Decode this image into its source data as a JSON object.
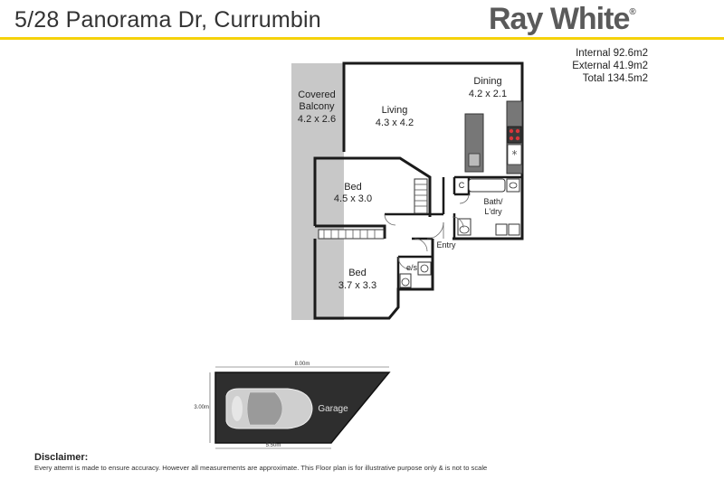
{
  "header": {
    "address": "5/28 Panorama Dr, Currumbin",
    "brand": "Ray White",
    "brand_mark": "®"
  },
  "areas": {
    "internal": "Internal 92.6m2",
    "external": "External 41.9m2",
    "total": "Total 134.5m2"
  },
  "rooms": {
    "balcony": {
      "line1": "Covered",
      "line2": "Balcony",
      "dims": "4.2 x 2.6"
    },
    "living": {
      "name": "Living",
      "dims": "4.3 x 4.2"
    },
    "dining": {
      "name": "Dining",
      "dims": "4.2 x 2.1"
    },
    "bed1": {
      "name": "Bed",
      "dims": "4.5 x 3.0"
    },
    "bed2": {
      "name": "Bed",
      "dims": "3.7 x 3.3"
    },
    "bath": {
      "line1": "Bath/",
      "line2": "L'dry"
    },
    "entry": "Entry",
    "ensuite": "e/s",
    "cupboard": "C",
    "garage": "Garage"
  },
  "garage_dims": {
    "top": "8.00m",
    "side": "3.00m",
    "bottom": "5.50m"
  },
  "disclaimer": {
    "heading": "Disclaimer:",
    "text": "Every attemt is made to ensure accuracy. However all measurements are approximate. This Floor plan is for illustrative purpose only & is not to scale"
  },
  "colors": {
    "accent_yellow": "#f5d20a",
    "wall": "#1a1a1a",
    "balcony_fill": "#c8c8c8",
    "garage_fill": "#2e2e2e",
    "brand_grey": "#5a5a5a"
  }
}
